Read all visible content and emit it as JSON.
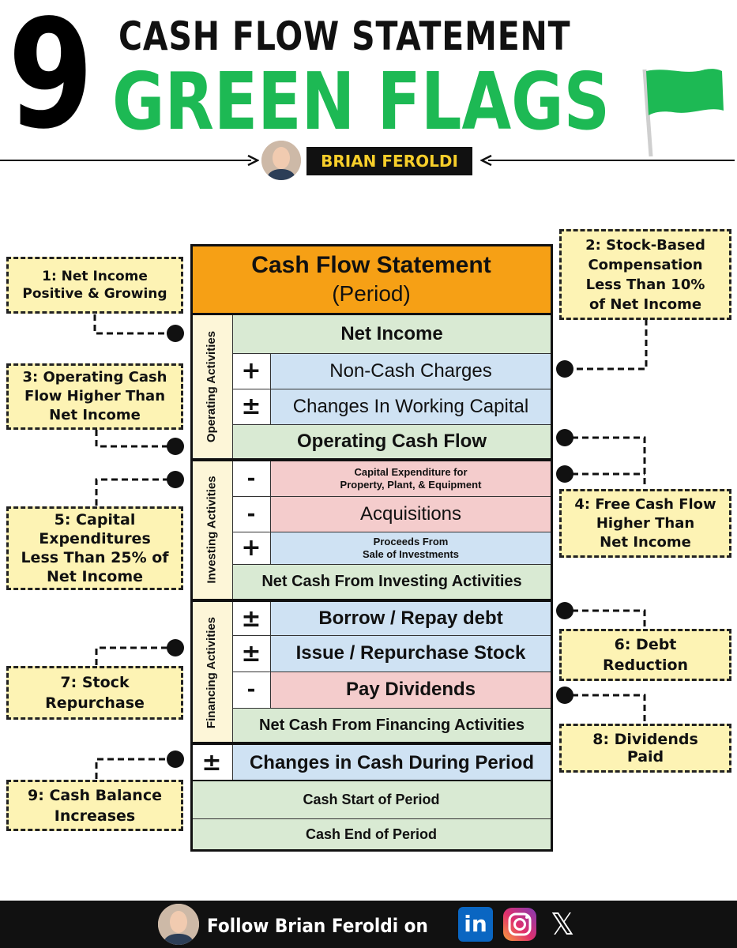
{
  "header": {
    "number": "9",
    "title_line1": "CASH FLOW STATEMENT",
    "title_line2": "GREEN FLAGS",
    "author": "BRIAN FEROLDI",
    "green_color": "#1db954",
    "badge_text_color": "#f7ce2a"
  },
  "statement": {
    "title": "Cash Flow Statement",
    "subtitle": "(Period)",
    "sections": {
      "operating": "Operating Activities",
      "investing": "Investing Activities",
      "financing": "Financing Activities"
    },
    "rows": {
      "net_income": "Net Income",
      "non_cash": "Non-Cash Charges",
      "working_capital": "Changes In Working Capital",
      "operating_cf": "Operating Cash Flow",
      "capex_line1": "Capital Expenditure for",
      "capex_line2": "Property, Plant, & Equipment",
      "acquisitions": "Acquisitions",
      "proceeds_line1": "Proceeds From",
      "proceeds_line2": "Sale of Investments",
      "net_investing": "Net Cash From Investing Activities",
      "borrow": "Borrow / Repay debt",
      "issue": "Issue / Repurchase Stock",
      "dividends": "Pay Dividends",
      "net_financing": "Net Cash From Financing Activities",
      "change_cash": "Changes in Cash During Period",
      "cash_start": "Cash Start of Period",
      "cash_end": "Cash End of Period"
    },
    "signs": {
      "plus": "+",
      "plus_minus": "±",
      "minus": "-"
    },
    "colors": {
      "header_orange": "#f6a015",
      "green_row": "#d9ead3",
      "blue_row": "#cfe2f3",
      "red_row": "#f4cccc",
      "label_bg": "#fdf6d8",
      "flag_bg": "#fdf3b4"
    }
  },
  "flags": {
    "f1": [
      "1: Net Income",
      "Positive & Growing"
    ],
    "f2": [
      "2: Stock-Based",
      "Compensation",
      "Less Than 10%",
      "of Net Income"
    ],
    "f3": [
      "3: Operating Cash",
      "Flow Higher Than",
      "Net Income"
    ],
    "f4": [
      "4: Free Cash Flow",
      "Higher Than",
      "Net Income"
    ],
    "f5": [
      "5: Capital",
      "Expenditures",
      "Less Than 25% of",
      "Net Income"
    ],
    "f6": [
      "6: Debt",
      "Reduction"
    ],
    "f7": [
      "7: Stock",
      "Repurchase"
    ],
    "f8": [
      "8: Dividends",
      "Paid"
    ],
    "f9": [
      "9: Cash Balance",
      "Increases"
    ]
  },
  "footer": {
    "text": "Follow Brian Feroldi on",
    "icons": [
      "linkedin-icon",
      "instagram-icon",
      "x-icon"
    ],
    "linkedin_label": "in",
    "x_label": "𝕏"
  }
}
